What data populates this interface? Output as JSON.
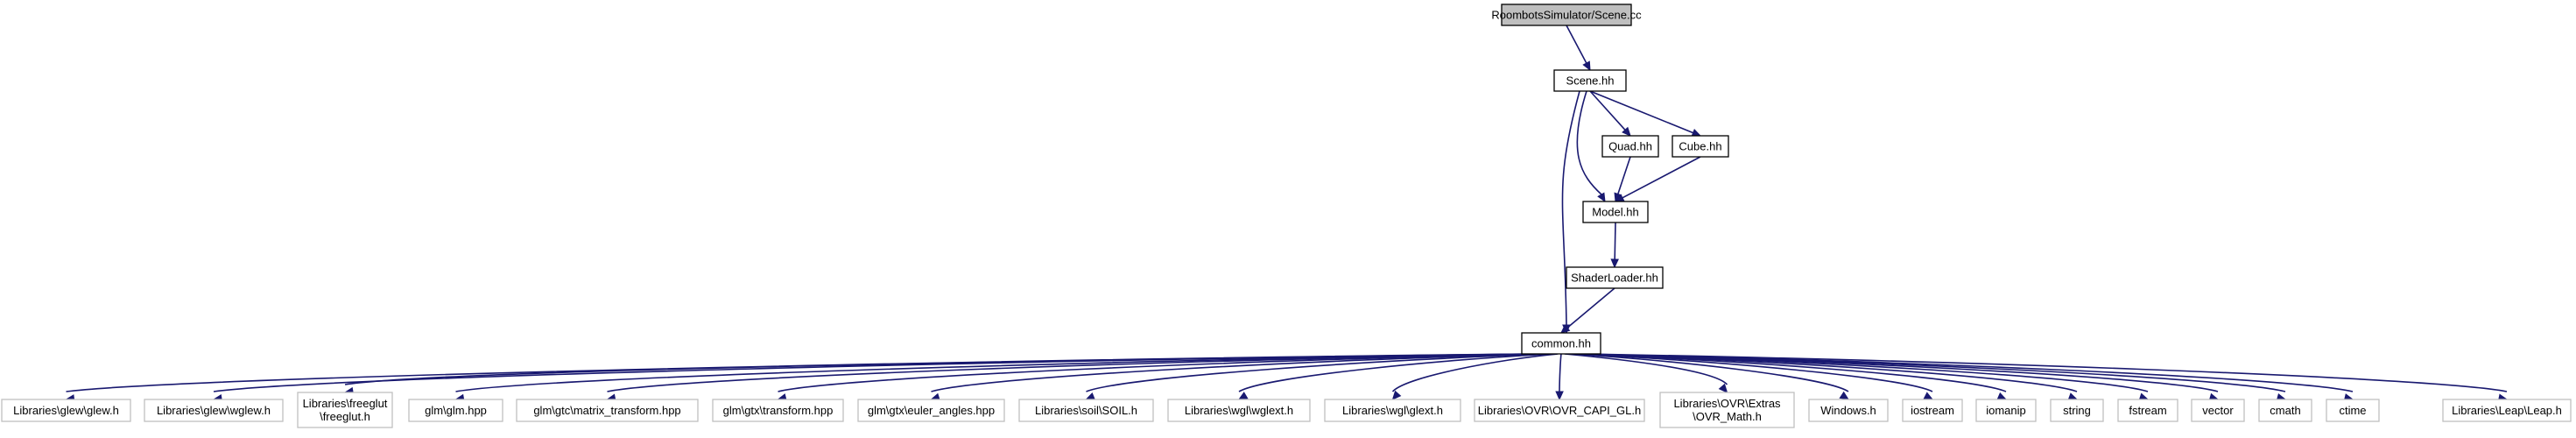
{
  "diagram": {
    "nodes": [
      {
        "id": "scene_cc",
        "lines": [
          "RoombotsSimulator/Scene.cc"
        ],
        "style": "root"
      },
      {
        "id": "scene_hh",
        "lines": [
          "Scene.hh"
        ],
        "style": "internal"
      },
      {
        "id": "quad_hh",
        "lines": [
          "Quad.hh"
        ],
        "style": "internal"
      },
      {
        "id": "cube_hh",
        "lines": [
          "Cube.hh"
        ],
        "style": "internal"
      },
      {
        "id": "model_hh",
        "lines": [
          "Model.hh"
        ],
        "style": "internal"
      },
      {
        "id": "shaderloader_hh",
        "lines": [
          "ShaderLoader.hh"
        ],
        "style": "internal"
      },
      {
        "id": "common_hh",
        "lines": [
          "common.hh"
        ],
        "style": "internal"
      },
      {
        "id": "glew_h",
        "lines": [
          "Libraries\\glew\\glew.h"
        ],
        "style": "external"
      },
      {
        "id": "wglew_h",
        "lines": [
          "Libraries\\glew\\wglew.h"
        ],
        "style": "external"
      },
      {
        "id": "freeglut_h",
        "lines": [
          "Libraries\\freeglut",
          "\\freeglut.h"
        ],
        "style": "external"
      },
      {
        "id": "glm_hpp",
        "lines": [
          "glm\\glm.hpp"
        ],
        "style": "external"
      },
      {
        "id": "matrix_transform_hpp",
        "lines": [
          "glm\\gtc\\matrix_transform.hpp"
        ],
        "style": "external"
      },
      {
        "id": "transform_hpp",
        "lines": [
          "glm\\gtx\\transform.hpp"
        ],
        "style": "external"
      },
      {
        "id": "euler_angles_hpp",
        "lines": [
          "glm\\gtx\\euler_angles.hpp"
        ],
        "style": "external"
      },
      {
        "id": "soil_h",
        "lines": [
          "Libraries\\soil\\SOIL.h"
        ],
        "style": "external"
      },
      {
        "id": "wglext_h",
        "lines": [
          "Libraries\\wgl\\wglext.h"
        ],
        "style": "external"
      },
      {
        "id": "glext_h",
        "lines": [
          "Libraries\\wgl\\glext.h"
        ],
        "style": "external"
      },
      {
        "id": "ovr_capi_gl_h",
        "lines": [
          "Libraries\\OVR\\OVR_CAPI_GL.h"
        ],
        "style": "external"
      },
      {
        "id": "ovr_math_h",
        "lines": [
          "Libraries\\OVR\\Extras",
          "\\OVR_Math.h"
        ],
        "style": "external"
      },
      {
        "id": "windows_h",
        "lines": [
          "Windows.h"
        ],
        "style": "external"
      },
      {
        "id": "iostream",
        "lines": [
          "iostream"
        ],
        "style": "external"
      },
      {
        "id": "iomanip",
        "lines": [
          "iomanip"
        ],
        "style": "external"
      },
      {
        "id": "string",
        "lines": [
          "string"
        ],
        "style": "external"
      },
      {
        "id": "fstream",
        "lines": [
          "fstream"
        ],
        "style": "external"
      },
      {
        "id": "vector",
        "lines": [
          "vector"
        ],
        "style": "external"
      },
      {
        "id": "cmath",
        "lines": [
          "cmath"
        ],
        "style": "external"
      },
      {
        "id": "ctime",
        "lines": [
          "ctime"
        ],
        "style": "external"
      },
      {
        "id": "leap_h",
        "lines": [
          "Libraries\\Leap\\Leap.h"
        ],
        "style": "external"
      }
    ],
    "edges": [
      {
        "from": "scene_cc",
        "to": "scene_hh"
      },
      {
        "from": "scene_hh",
        "to": "quad_hh"
      },
      {
        "from": "scene_hh",
        "to": "cube_hh"
      },
      {
        "from": "scene_hh",
        "to": "model_hh"
      },
      {
        "from": "scene_hh",
        "to": "common_hh"
      },
      {
        "from": "quad_hh",
        "to": "model_hh"
      },
      {
        "from": "cube_hh",
        "to": "model_hh"
      },
      {
        "from": "model_hh",
        "to": "shaderloader_hh"
      },
      {
        "from": "shaderloader_hh",
        "to": "common_hh"
      },
      {
        "from": "common_hh",
        "to": "glew_h"
      },
      {
        "from": "common_hh",
        "to": "wglew_h"
      },
      {
        "from": "common_hh",
        "to": "freeglut_h"
      },
      {
        "from": "common_hh",
        "to": "glm_hpp"
      },
      {
        "from": "common_hh",
        "to": "matrix_transform_hpp"
      },
      {
        "from": "common_hh",
        "to": "transform_hpp"
      },
      {
        "from": "common_hh",
        "to": "euler_angles_hpp"
      },
      {
        "from": "common_hh",
        "to": "soil_h"
      },
      {
        "from": "common_hh",
        "to": "wglext_h"
      },
      {
        "from": "common_hh",
        "to": "glext_h"
      },
      {
        "from": "common_hh",
        "to": "ovr_capi_gl_h"
      },
      {
        "from": "common_hh",
        "to": "ovr_math_h"
      },
      {
        "from": "common_hh",
        "to": "windows_h"
      },
      {
        "from": "common_hh",
        "to": "iostream"
      },
      {
        "from": "common_hh",
        "to": "iomanip"
      },
      {
        "from": "common_hh",
        "to": "string"
      },
      {
        "from": "common_hh",
        "to": "fstream"
      },
      {
        "from": "common_hh",
        "to": "vector"
      },
      {
        "from": "common_hh",
        "to": "cmath"
      },
      {
        "from": "common_hh",
        "to": "ctime"
      },
      {
        "from": "common_hh",
        "to": "leap_h"
      }
    ],
    "colors": {
      "edge": "#191970",
      "root_fill": "#bfbfbf",
      "external_border": "#bfbfbf",
      "internal_border": "#000000",
      "background": "#ffffff"
    }
  }
}
